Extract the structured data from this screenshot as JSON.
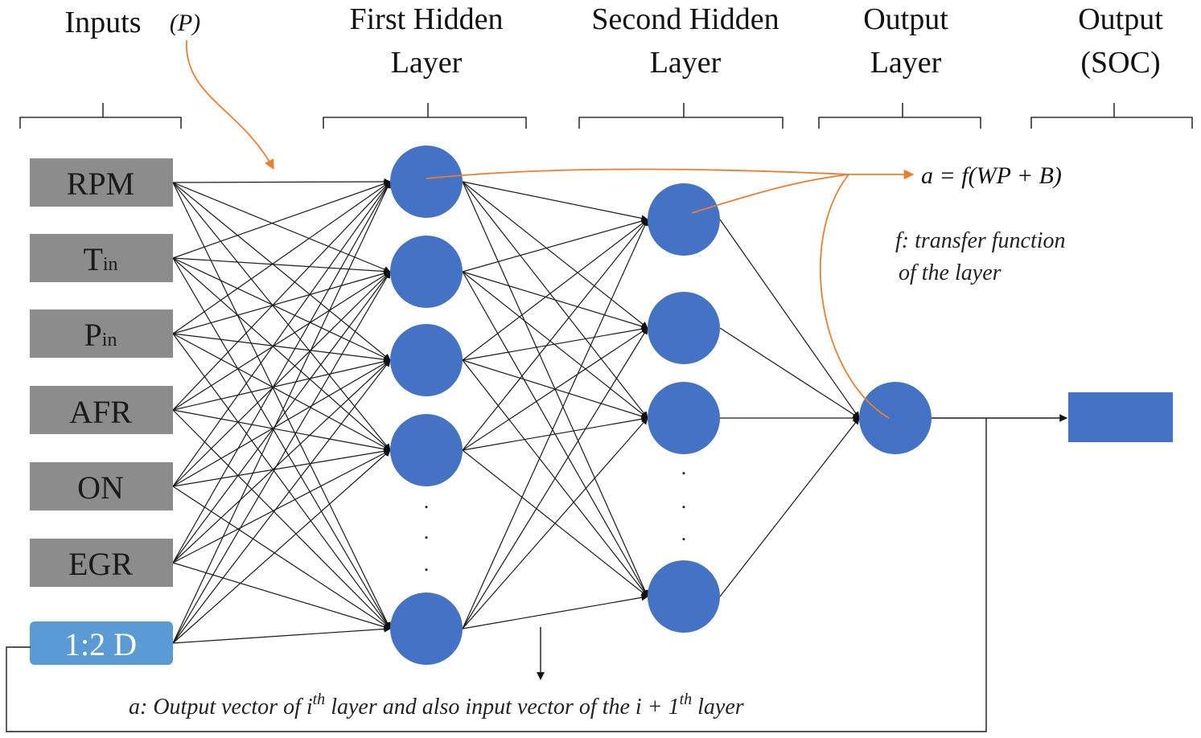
{
  "headers": {
    "inputs": "Inputs",
    "inputs_symbol": "(P)",
    "hidden1_line1": "First Hidden",
    "hidden1_line2": "Layer",
    "hidden2_line1": "Second Hidden",
    "hidden2_line2": "Layer",
    "output_layer_line1": "Output",
    "output_layer_line2": "Layer",
    "output_line1": "Output",
    "output_line2": "(SOC)"
  },
  "inputs": [
    {
      "main": "RPM",
      "sub": ""
    },
    {
      "main": "T",
      "sub": "in"
    },
    {
      "main": "P",
      "sub": "in"
    },
    {
      "main": "AFR",
      "sub": ""
    },
    {
      "main": "ON",
      "sub": ""
    },
    {
      "main": "EGR",
      "sub": ""
    }
  ],
  "delay_input": {
    "label": "1:2 D"
  },
  "equation": {
    "prefix": "a = f(",
    "inner": "WP + B",
    "suffix": ")"
  },
  "transfer_note": {
    "line1": "f: transfer function",
    "line2": "of the layer"
  },
  "bottom_note": {
    "part1": "a: Output vector of i",
    "sup1": "th",
    "part2": " layer and also input vector of the i + 1",
    "sup2": "th",
    "part3": " layer"
  },
  "colors": {
    "input_box": "#8c8c8c",
    "delay_box": "#5b9bd5",
    "neuron": "#4472c4",
    "output_box": "#4472c4",
    "annotation": "#ed7d31",
    "edge": "#1a1a1a"
  }
}
